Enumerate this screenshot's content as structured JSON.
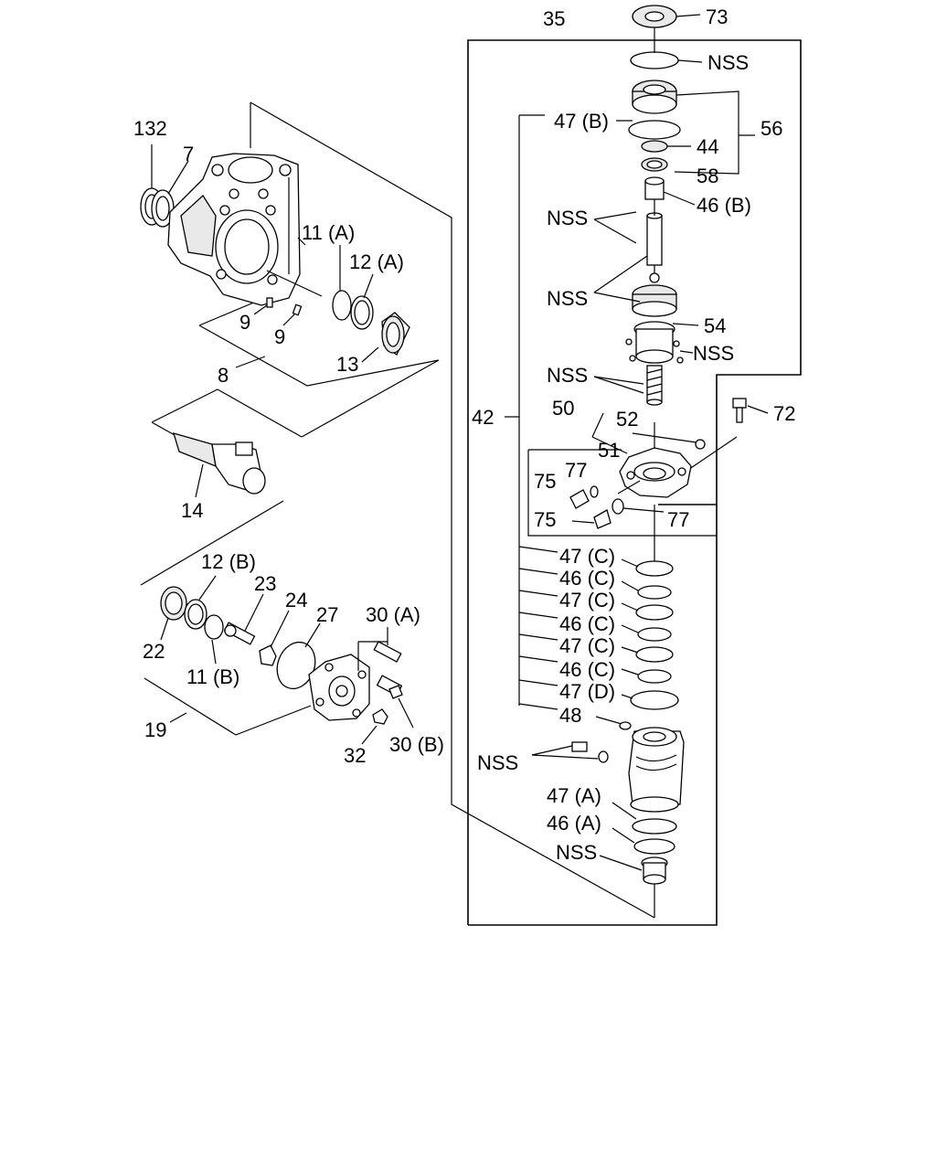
{
  "labels": {
    "l132": "132",
    "l7": "7",
    "l11a": "11 (A)",
    "l12a": "12 (A)",
    "l9a": "9",
    "l9b": "9",
    "l8": "8",
    "l13": "13",
    "l14": "14",
    "l12b": "12 (B)",
    "l23": "23",
    "l24": "24",
    "l27": "27",
    "l30a": "30 (A)",
    "l22": "22",
    "l11b": "11 (B)",
    "l19": "19",
    "l32": "32",
    "l30b": "30 (B)",
    "l35": "35",
    "l73": "73",
    "lnss1": "NSS",
    "l56": "56",
    "l47b": "47 (B)",
    "l44": "44",
    "l58": "58",
    "l46b": "46 (B)",
    "lnss2": "NSS",
    "lnss3": "NSS",
    "l54": "54",
    "lnss4": "NSS",
    "lnss5": "NSS",
    "l50": "50",
    "l42": "42",
    "l52": "52",
    "l72": "72",
    "l51": "51",
    "l77a": "77",
    "l75a": "75",
    "l75b": "75",
    "l77b": "77",
    "l47c1": "47 (C)",
    "l46c1": "46 (C)",
    "l47c2": "47 (C)",
    "l46c2": "46 (C)",
    "l47c3": "47 (C)",
    "l46c3": "46 (C)",
    "l47d": "47 (D)",
    "l48": "48",
    "lnss6": "NSS",
    "l47a": "47 (A)",
    "l46a": "46 (A)",
    "lnss7": "NSS"
  }
}
